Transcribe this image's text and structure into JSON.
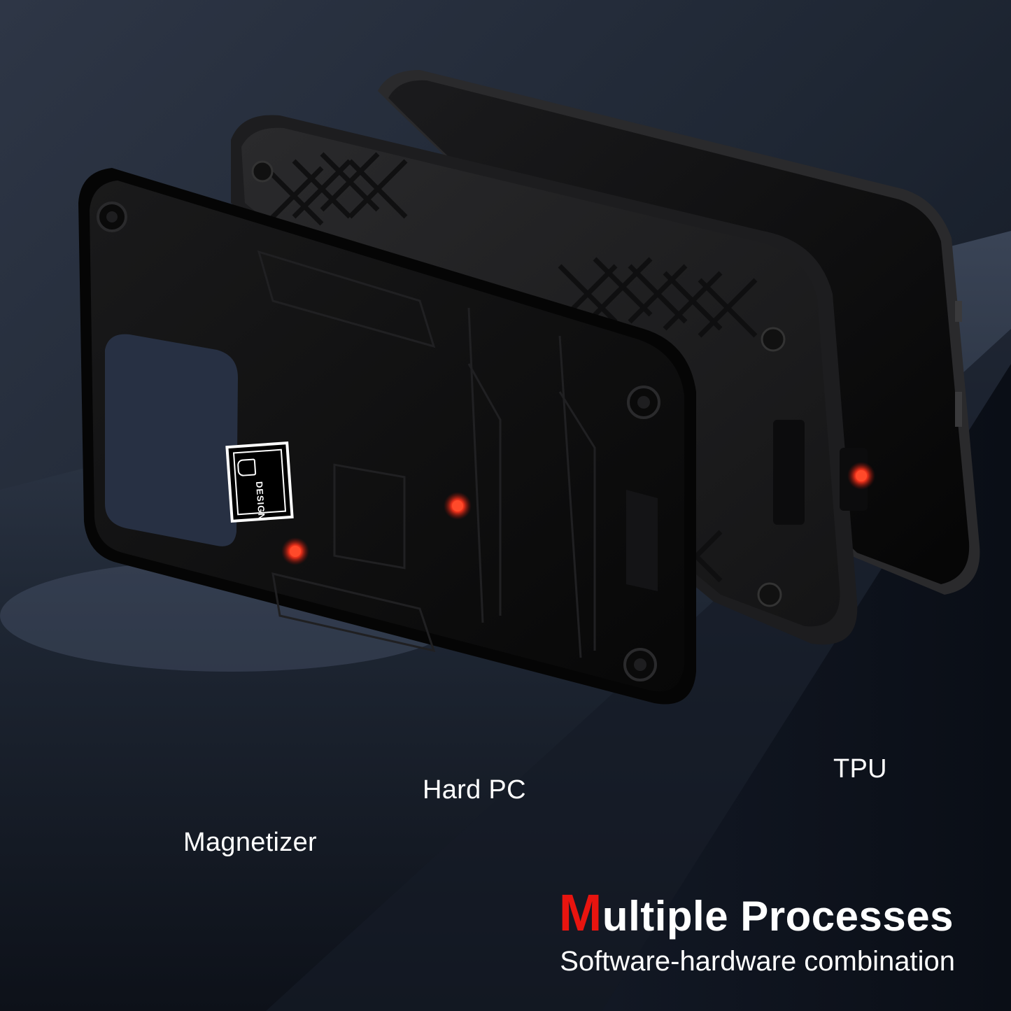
{
  "callouts": {
    "magnetizer": "Magnetizer",
    "hard_pc": "Hard PC",
    "tpu": "TPU"
  },
  "badge": {
    "text": "DESIGN",
    "logo_icon": "shield-icon"
  },
  "headline": {
    "first_letter": "M",
    "rest": "ultiple Processes",
    "subtitle": "Software-hardware combination"
  },
  "colors": {
    "accent": "#e8140f",
    "callout_dot": "#e8301a",
    "background": "#0f1520",
    "case_black": "#0b0b0c"
  }
}
